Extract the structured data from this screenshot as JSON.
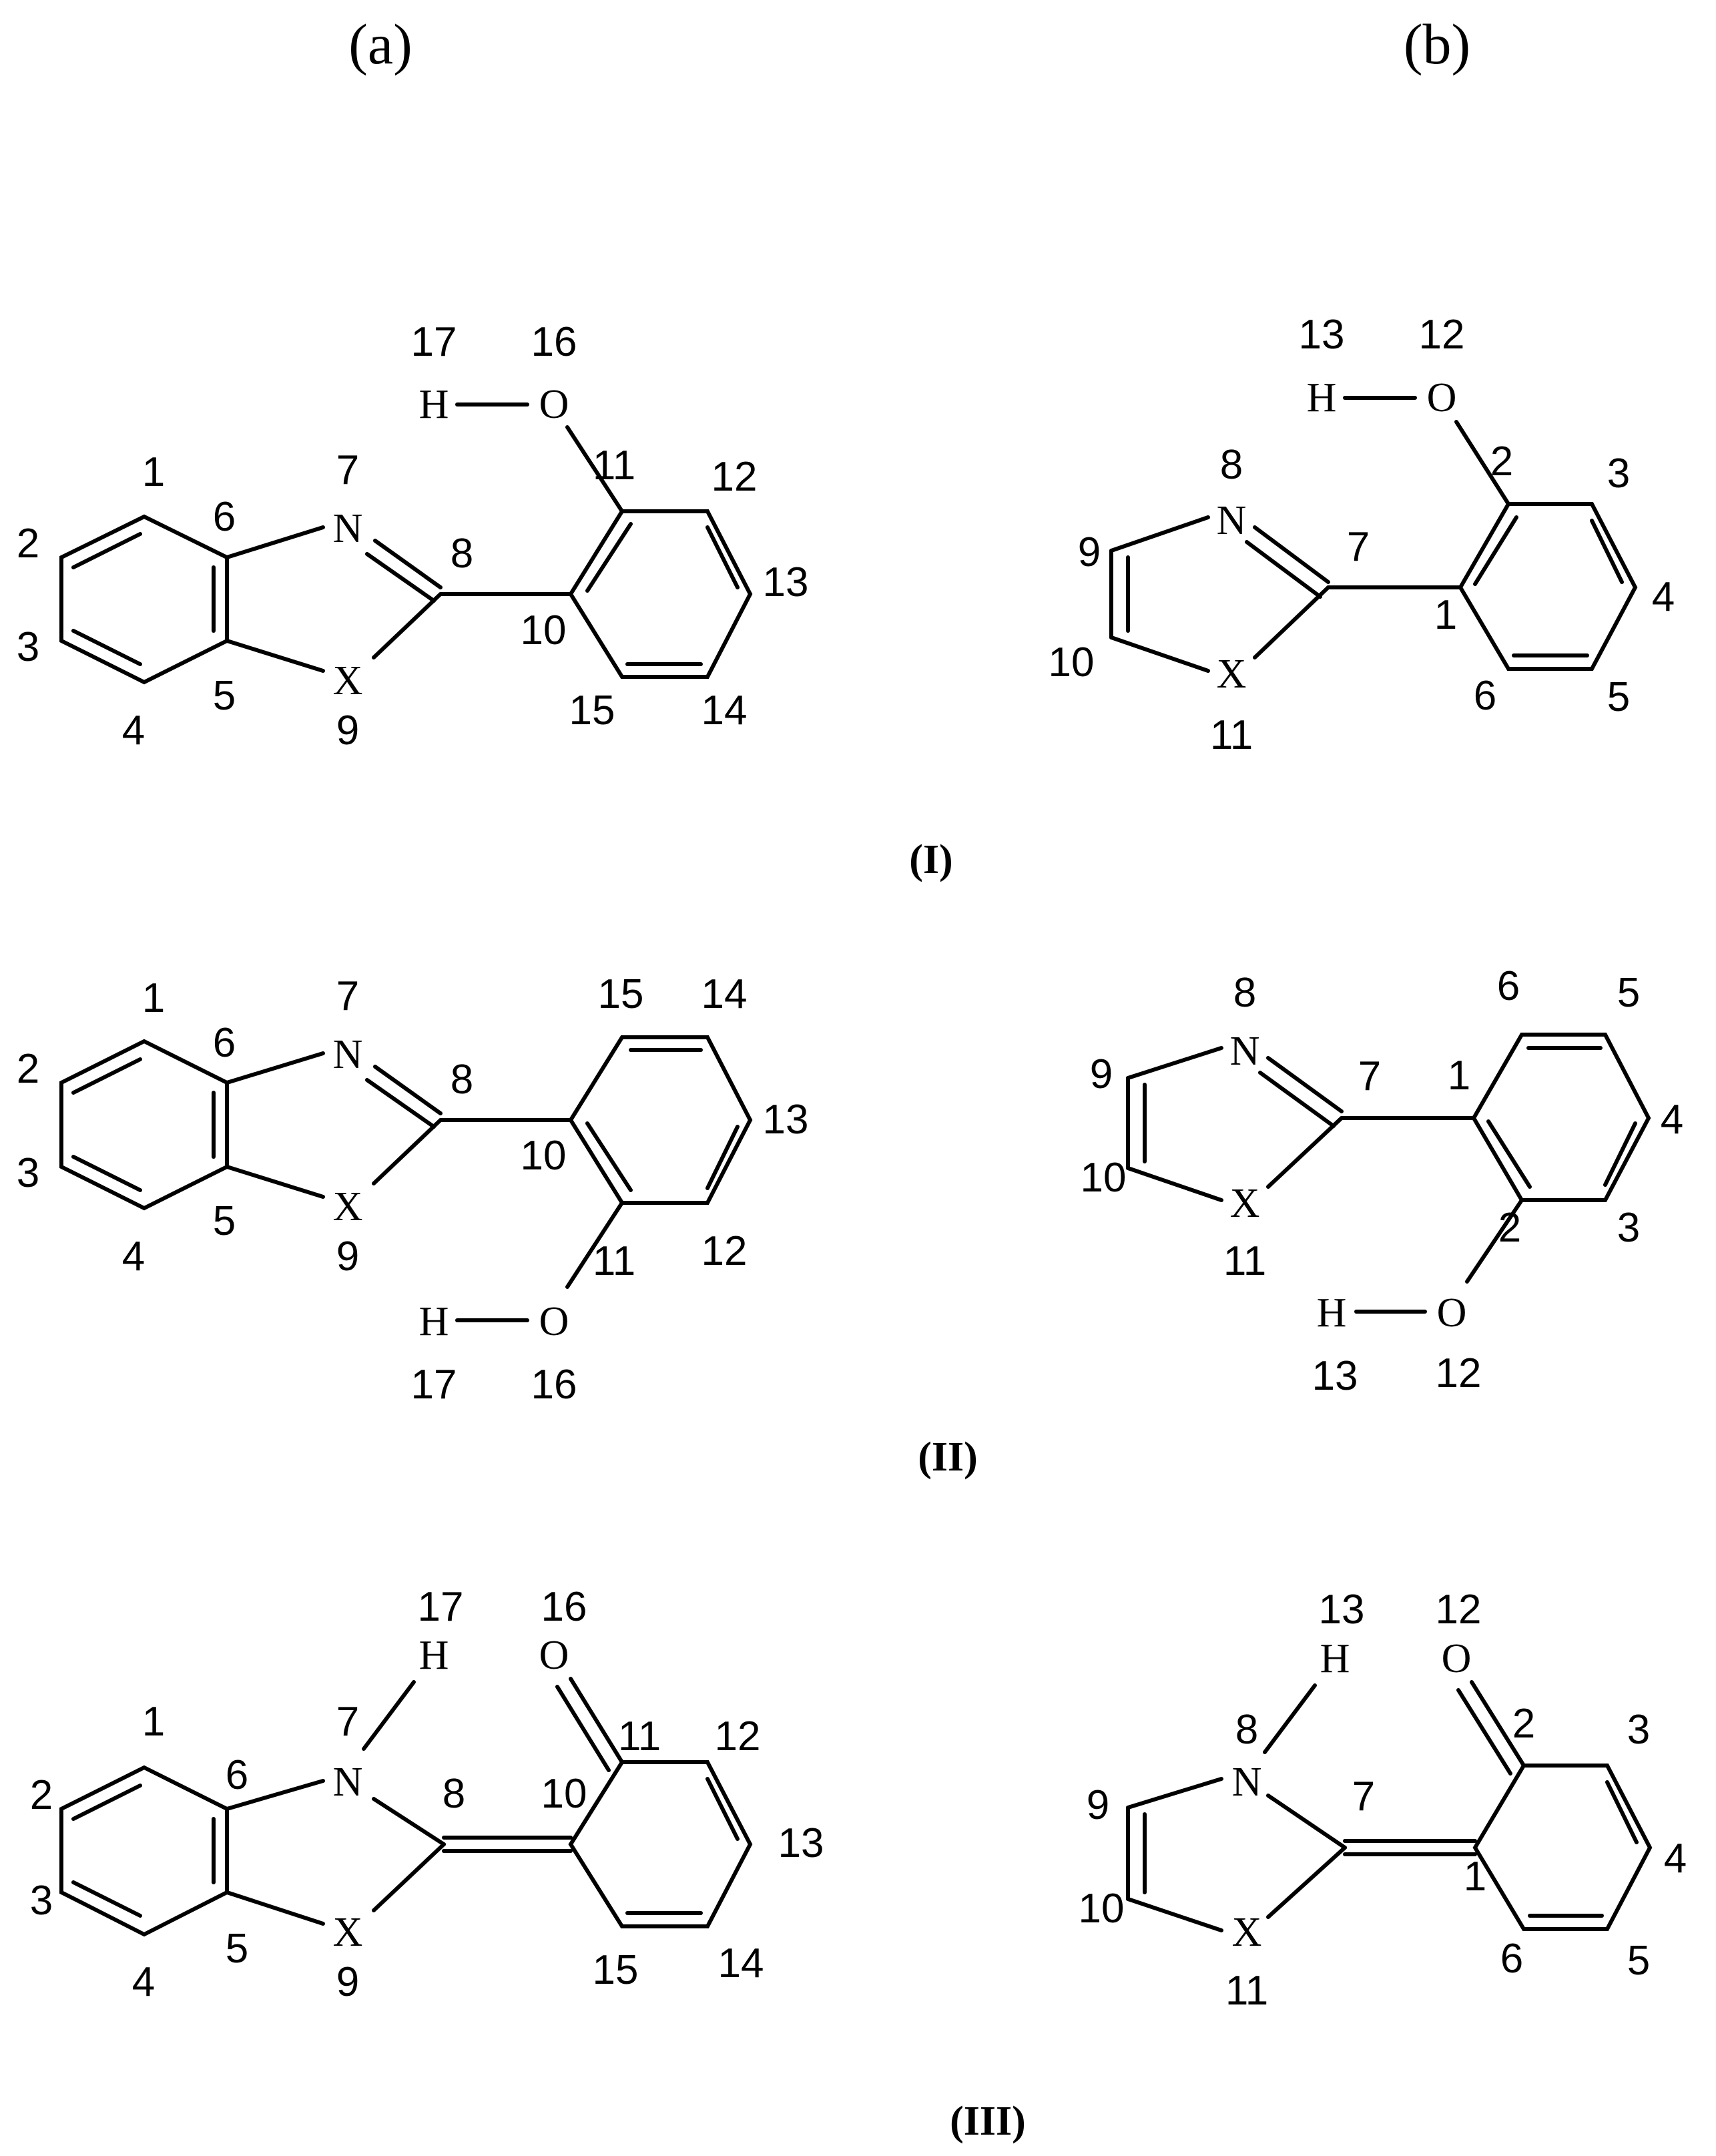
{
  "columns": [
    {
      "label": "(a)"
    },
    {
      "label": "(b)"
    }
  ],
  "atom_symbols": {
    "hydrogen": "H",
    "oxygen": "O",
    "nitrogen": "N",
    "heteroatom": "X"
  },
  "structures": [
    {
      "label": "(I)"
    },
    {
      "label": "(II)"
    },
    {
      "label": "(III)"
    }
  ],
  "atom_numbers": {
    "a": [
      "1",
      "2",
      "3",
      "4",
      "5",
      "6",
      "7",
      "8",
      "9",
      "10",
      "11",
      "12",
      "13",
      "14",
      "15",
      "16",
      "17"
    ],
    "b": [
      "1",
      "2",
      "3",
      "4",
      "5",
      "6",
      "7",
      "8",
      "9",
      "10",
      "11",
      "12",
      "13"
    ]
  }
}
